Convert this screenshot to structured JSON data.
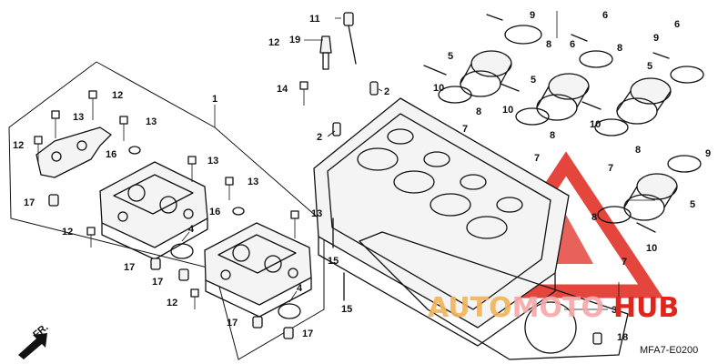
{
  "diagram": {
    "code": "MFA7-E0200",
    "direction_label": "FR.",
    "callouts": [
      "1",
      "2",
      "2",
      "3",
      "4",
      "4",
      "5",
      "5",
      "5",
      "5",
      "6",
      "6",
      "6",
      "7",
      "7",
      "7",
      "7",
      "8",
      "8",
      "8",
      "8",
      "8",
      "8",
      "9",
      "9",
      "9",
      "10",
      "10",
      "10",
      "10",
      "11",
      "12",
      "12",
      "12",
      "12",
      "12",
      "13",
      "13",
      "13",
      "13",
      "13",
      "14",
      "15",
      "15",
      "16",
      "16",
      "17",
      "17",
      "17",
      "17",
      "17",
      "18",
      "19"
    ]
  },
  "watermark": {
    "part1": "AUTO",
    "part2": "MOTO",
    "part3": "HUB",
    "colors": {
      "auto": "#f2b35a",
      "moto": "#f7a7a7",
      "hub": "#e0261c",
      "triangle": "#e0261c"
    }
  }
}
